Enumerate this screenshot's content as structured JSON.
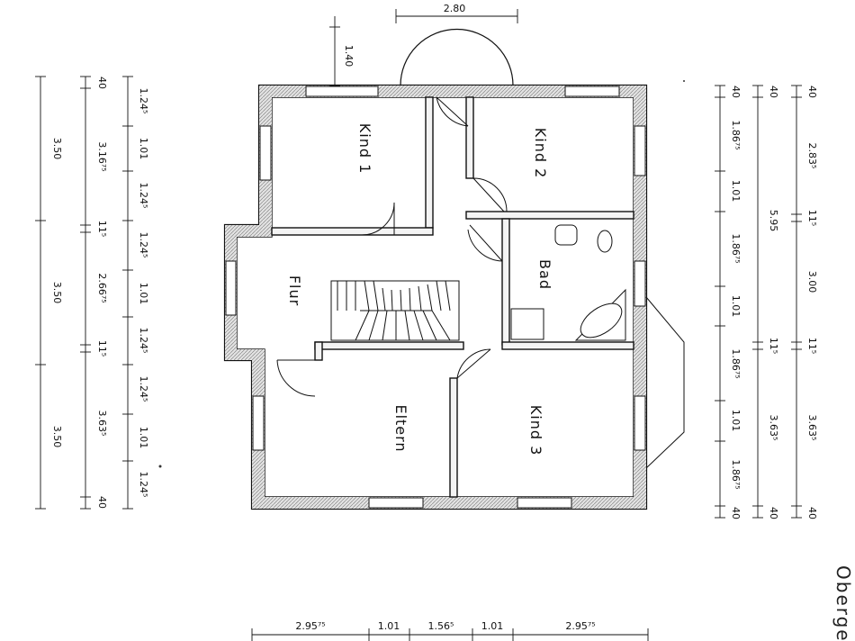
{
  "drawing": {
    "title": "Oberge",
    "ink_color": "#111111",
    "wall_fill": "#cfcfcf",
    "paper_color": "#ffffff"
  },
  "rooms": {
    "kind1": "Kind 1",
    "kind2": "Kind 2",
    "bad": "Bad",
    "flur": "Flur",
    "eltern": "Eltern",
    "kind3": "Kind 3"
  },
  "dims_top": {
    "width": "2.80",
    "balcony": "1.40"
  },
  "dims_left_outer": [
    "3.50",
    "3.50",
    "3.50"
  ],
  "dims_left_mid": [
    "40",
    "3.16⁷⁵",
    "11⁵",
    "2.66⁷⁵",
    "11⁵",
    "3.63⁵",
    "40"
  ],
  "dims_left_inner": [
    "1.24⁵",
    "1.01",
    "1.24⁵",
    "1.24⁵",
    "1.01",
    "1.24⁵",
    "1.24⁵",
    "1.01",
    "1.24⁵"
  ],
  "dims_right_inner": [
    "40",
    "1.86⁷⁵",
    "1.01",
    "1.86⁷⁵",
    "1.01",
    "1.86⁷⁵",
    "1.01",
    "1.86⁷⁵",
    "40"
  ],
  "dims_right_mid": [
    "40",
    "5.95",
    "11⁵",
    "3.63⁵",
    "40"
  ],
  "dims_right_outer": [
    "40",
    "2.83⁵",
    "11⁵",
    "3.00",
    "11⁵",
    "3.63⁵",
    "40"
  ],
  "dims_bottom": [
    "2.95⁷⁵",
    "1.01",
    "1.56⁵",
    "1.01",
    "2.95⁷⁵"
  ]
}
